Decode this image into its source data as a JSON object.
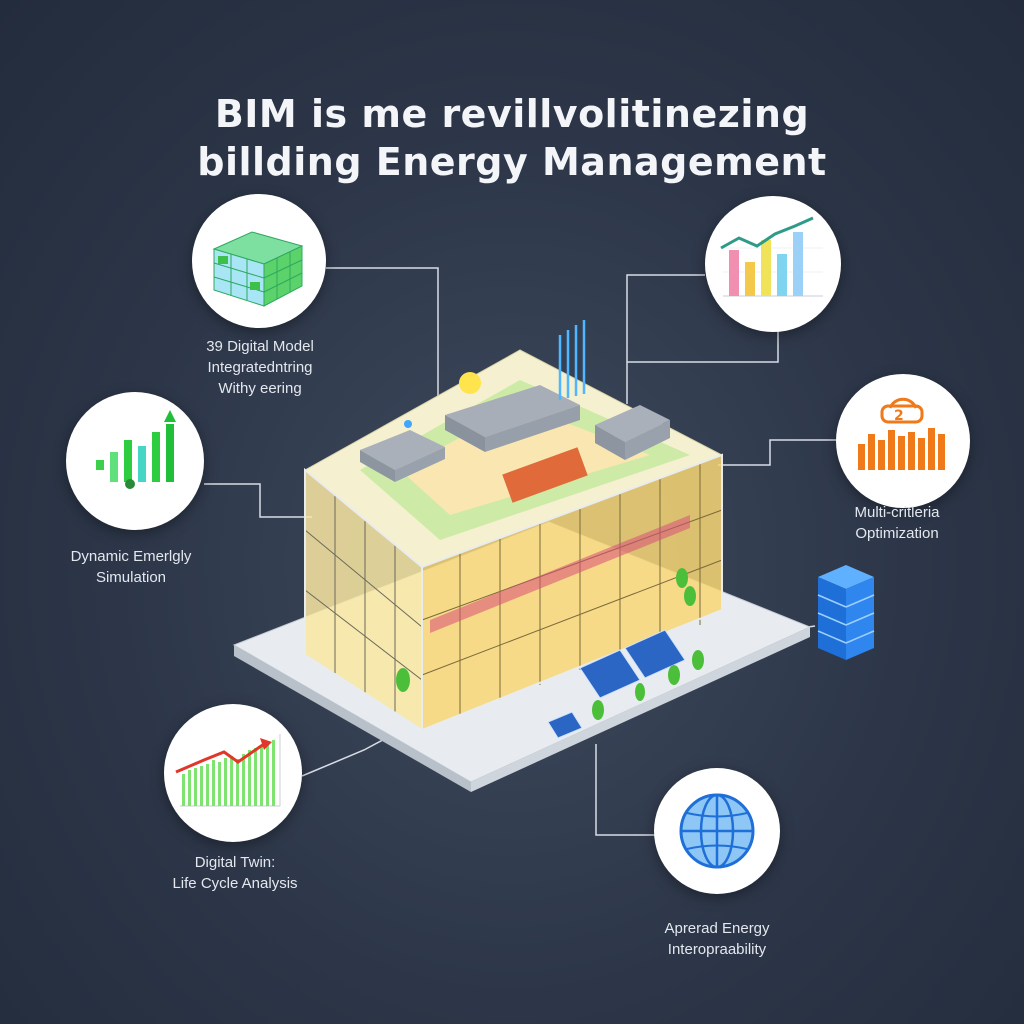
{
  "title": {
    "line1": "BIM is me revillvolitinezing",
    "line2": "billding Energy Management"
  },
  "features": [
    {
      "id": "digital-model",
      "icon": "3d-grid-cube-icon",
      "lines": [
        "39 Digital Model",
        "Integratedntring",
        "Withy eering"
      ]
    },
    {
      "id": "energy-simulation",
      "icon": "growth-bar-chart-icon",
      "lines": [
        "Dynamic Emerlgly",
        "Simulation"
      ]
    },
    {
      "id": "digital-twin",
      "icon": "trend-line-chart-icon",
      "lines": [
        "Digital Twin:",
        "Life Cycle Analysis"
      ]
    },
    {
      "id": "analytics",
      "icon": "bar-line-chart-icon",
      "lines": []
    },
    {
      "id": "optimization",
      "icon": "signal-bars-icon",
      "lines": [
        "Multi-critleria",
        "Optimization"
      ]
    },
    {
      "id": "interoperability",
      "icon": "globe-icon",
      "lines": [
        "Aprerad Energy",
        "Interopraability"
      ]
    }
  ],
  "colors": {
    "background": "#2c3648",
    "accent_green": "#2ecc40",
    "accent_orange": "#f07a1a",
    "accent_blue": "#1e7fe0",
    "glass_yellow": "#f7d86a"
  }
}
